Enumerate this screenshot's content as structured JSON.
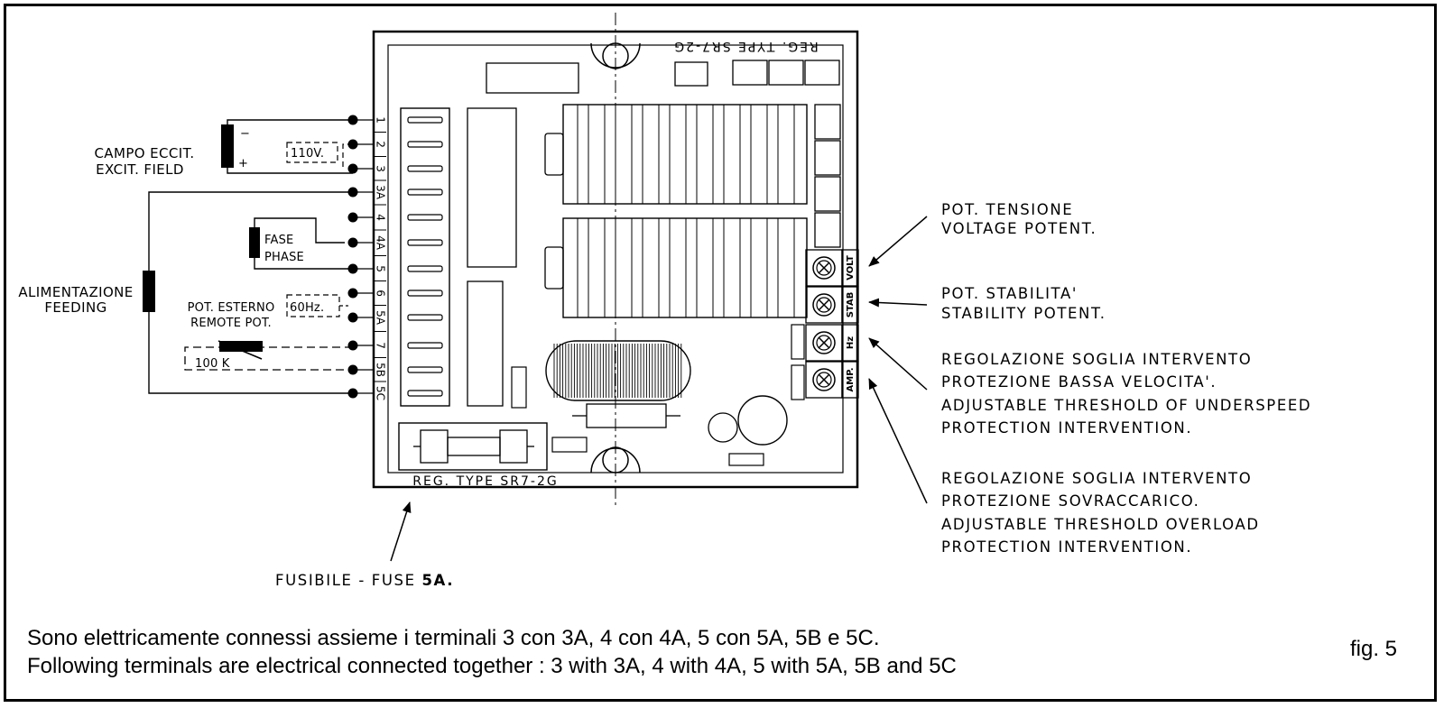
{
  "board": {
    "label_top": "REG. TYPE SR7-2G",
    "label_bottom": "REG. TYPE SR7-2G",
    "terminals": [
      "1",
      "2",
      "3",
      "3A",
      "4",
      "4A",
      "5",
      "6",
      "5A",
      "7",
      "5B",
      "5C"
    ],
    "pots": [
      {
        "id": "volt",
        "label": "VOLT"
      },
      {
        "id": "stab",
        "label": "STAB"
      },
      {
        "id": "hz",
        "label": "Hz"
      },
      {
        "id": "amp",
        "label": "AMP."
      }
    ]
  },
  "left": {
    "exciter_line1": "CAMPO ECCIT.",
    "exciter_line2": "EXCIT. FIELD",
    "minus": "−",
    "plus": "+",
    "v110": "110V.",
    "phase_line1": "FASE",
    "phase_line2": "PHASE",
    "feeding_line1": "ALIMENTAZIONE",
    "feeding_line2": "FEEDING",
    "remote_line1": "POT. ESTERNO",
    "remote_line2": "REMOTE POT.",
    "hz60": "60Hz.",
    "k100": "100 K"
  },
  "right": {
    "voltage_line1": "POT. TENSIONE",
    "voltage_line2": "VOLTAGE POTENT.",
    "stability_line1": "POT. STABILITA'",
    "stability_line2": "STABILITY POTENT.",
    "underspeed_lines": [
      "REGOLAZIONE SOGLIA INTERVENTO",
      "PROTEZIONE BASSA VELOCITA'.",
      "ADJUSTABLE THRESHOLD OF UNDERSPEED",
      "PROTECTION INTERVENTION."
    ],
    "overload_lines": [
      "REGOLAZIONE SOGLIA INTERVENTO",
      "PROTEZIONE SOVRACCARICO.",
      "ADJUSTABLE THRESHOLD OVERLOAD",
      "PROTECTION INTERVENTION."
    ]
  },
  "fuse": {
    "label_prefix": "FUSIBILE  -  FUSE ",
    "label_value": "5A."
  },
  "notes": {
    "line1": "Sono elettricamente connessi assieme i terminali 3 con 3A, 4 con 4A, 5 con 5A, 5B e 5C.",
    "line2": "Following terminals are electrical connected together : 3 with 3A, 4 with 4A, 5 with 5A, 5B and 5C"
  },
  "figure_label": "fig. 5"
}
